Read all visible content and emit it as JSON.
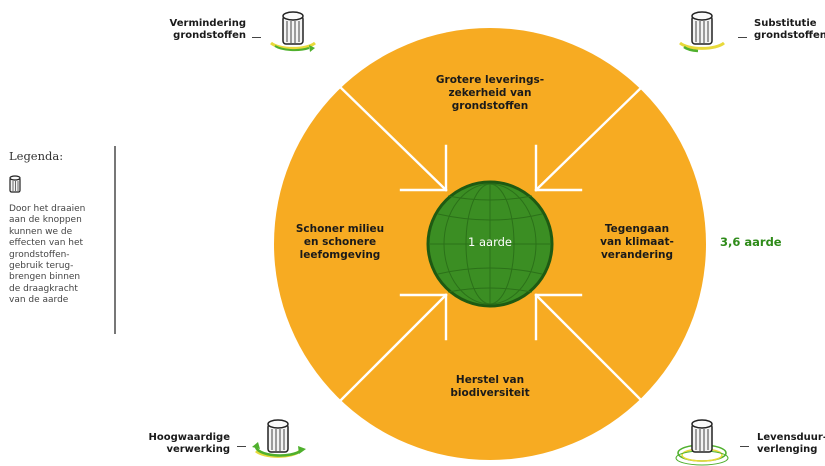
{
  "legend": {
    "title": "Legenda:",
    "lines": [
      "Door het draaien",
      "aan de knoppen",
      "kunnen we de",
      "effecten van het",
      "grondstoffen-",
      "gebruik terug-",
      "brengen binnen",
      "de draagkracht",
      "van de aarde"
    ]
  },
  "circle_labels": {
    "top": [
      "Grotere leverings-",
      "zekerheid van",
      "grondstoffen"
    ],
    "left": [
      "Schoner milieu",
      "en schonere",
      "leefomgeving"
    ],
    "right": [
      "Tegengaan",
      "van klimaat-",
      "verandering"
    ],
    "bottom": [
      "Herstel van",
      "biodiversiteit"
    ]
  },
  "earth_label": "1 aarde",
  "outer_label": "3,6 aarde",
  "knobs": {
    "top_left": [
      "Vermindering",
      "grondstoffen"
    ],
    "top_right": [
      "Substitutie",
      "grondstoffen"
    ],
    "bottom_left": [
      "Hoogwaardige",
      "verwerking"
    ],
    "bottom_right": [
      "Levensduur-",
      "verlenging"
    ]
  },
  "colors": {
    "outer_circle": "#f7ab22",
    "earth": "#3b8e23",
    "earth_dark": "#1e5a12",
    "green_text": "#2e8b19",
    "arrows": "#ffffff",
    "knob_accent_yellow": "#e8d93a",
    "knob_accent_green": "#4fb02d"
  },
  "icons": [
    "knob-icon",
    "arrow-icon",
    "globe-icon",
    "legend-knob-icon"
  ]
}
